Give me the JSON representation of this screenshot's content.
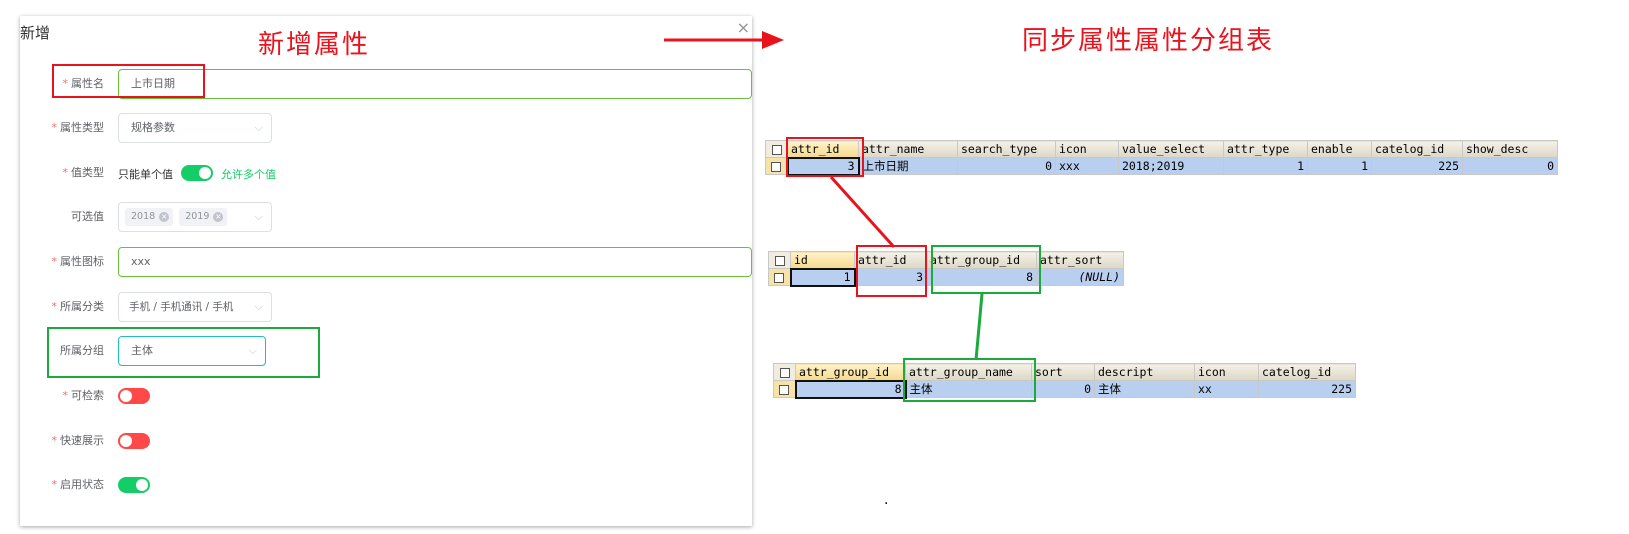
{
  "dialog": {
    "title": "新增",
    "close_icon": "×",
    "fields": {
      "attr_name": {
        "label": "属性名",
        "value": "上市日期"
      },
      "attr_type": {
        "label": "属性类型",
        "value": "规格参数"
      },
      "value_type": {
        "label": "值类型",
        "left": "只能单个值",
        "right": "允许多个值"
      },
      "options": {
        "label": "可选值",
        "tags": [
          "2018",
          "2019"
        ]
      },
      "icon": {
        "label": "属性图标",
        "value": "xxx"
      },
      "category": {
        "label": "所属分类",
        "value": "手机 / 手机通讯 / 手机"
      },
      "group": {
        "label": "所属分组",
        "value": "主体"
      },
      "searchable": {
        "label": "可检索"
      },
      "quick_show": {
        "label": "快速展示"
      },
      "enabled": {
        "label": "启用状态"
      }
    }
  },
  "annotations": {
    "left_title": "新增属性",
    "right_title": "同步属性属性分组表",
    "colors": {
      "red": "#e8131d",
      "green": "#1aab3c",
      "switch_on": "#13ce66",
      "switch_off": "#ff4949"
    }
  },
  "tables": {
    "attr": {
      "headers": [
        "attr_id",
        "attr_name",
        "search_type",
        "icon",
        "value_select",
        "attr_type",
        "enable",
        "catelog_id",
        "show_desc"
      ],
      "row": [
        "3",
        "上市日期",
        "0",
        "xxx",
        "2018;2019",
        "1",
        "1",
        "225",
        "0"
      ]
    },
    "relation": {
      "headers": [
        "id",
        "attr_id",
        "attr_group_id",
        "attr_sort"
      ],
      "row": [
        "1",
        "3",
        "8",
        "(NULL)"
      ]
    },
    "attr_group": {
      "headers": [
        "attr_group_id",
        "attr_group_name",
        "sort",
        "descript",
        "icon",
        "catelog_id"
      ],
      "row": [
        "8",
        "主体",
        "0",
        "主体",
        "xx",
        "225"
      ]
    }
  },
  "misc": {
    "dot": "."
  }
}
